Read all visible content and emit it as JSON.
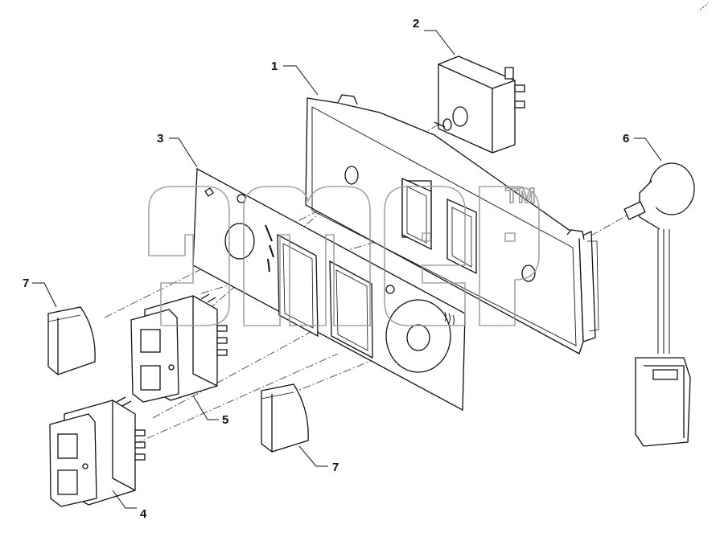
{
  "watermark": {
    "tm": "TM"
  },
  "callouts": [
    {
      "id": "1",
      "label": "1"
    },
    {
      "id": "2",
      "label": "2"
    },
    {
      "id": "3",
      "label": "3"
    },
    {
      "id": "4",
      "label": "4"
    },
    {
      "id": "5",
      "label": "5"
    },
    {
      "id": "6",
      "label": "6"
    },
    {
      "id": "7a",
      "label": "7"
    },
    {
      "id": "7b",
      "label": "7"
    }
  ]
}
